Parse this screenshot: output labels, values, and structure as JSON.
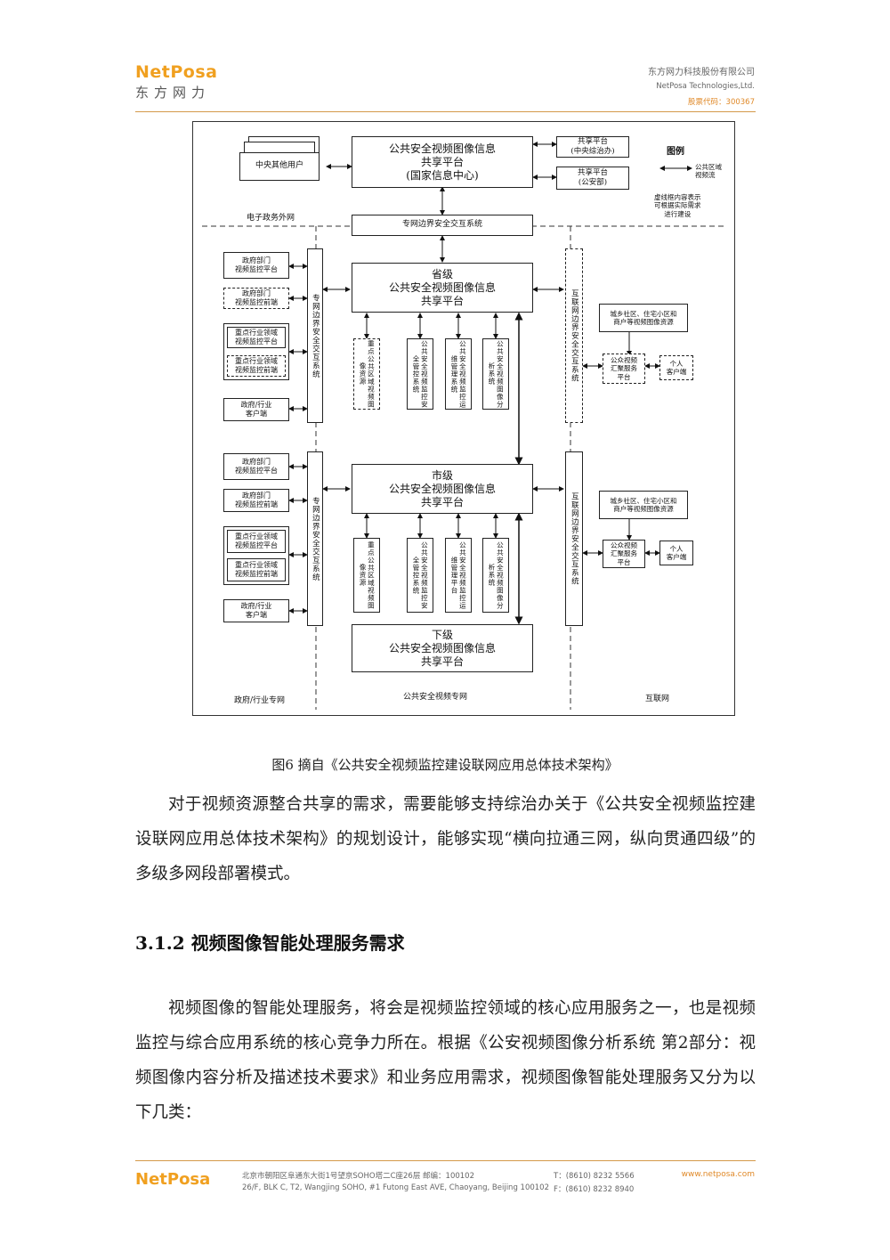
{
  "header": {
    "logo_en": "NetPosa",
    "logo_cn": "东方网力",
    "company_cn": "东方网力科技股份有限公司",
    "company_en": "NetPosa Technologies,Ltd.",
    "stock": "股票代码：300367"
  },
  "diagram": {
    "central_users": "中央其他用户",
    "national": "公共安全视频图像信息\n共享平台\n(国家信息中心)",
    "share1": "共享平台\n(中央综治办)",
    "share2": "共享平台\n(公安部)",
    "legend_title": "图例",
    "legend_flow": "公共区域\n视频流",
    "legend_note": "虚线框内容表示\n可根据实际需求\n进行建设",
    "ext_net": "电子政务外网",
    "border_top": "专网边界安全交互系统",
    "prov": "省级\n公共安全视频图像信息\n共享平台",
    "city": "市级\n公共安全视频图像信息\n共享平台",
    "lower": "下级\n公共安全视频图像信息\n共享平台",
    "gov_platform": "政府部门\n视频监控平台",
    "gov_front": "政府部门\n视频监控前端",
    "key_platform": "重点行业领域\n视频监控平台",
    "key_front": "重点行业领域\n视频监控前端",
    "gov_client": "政府/行业\n客户端",
    "border_vertical": "专网边界安全交互系统",
    "inet_vertical": "互联网边界安全交互系统",
    "prov_sub": [
      "重点公共区域视频图像资源",
      "公共安全视频监控安全管控系统",
      "公共安全视频监控运维管理系统",
      "公共安全视频图像分析系统"
    ],
    "city_sub": [
      "重点公共区域视频图像资源",
      "公共安全视频监控安全管控系统",
      "公共安全视频监控运维管理平台",
      "公共安全视频图像分析系统"
    ],
    "community": "城乡社区、住宅小区和\n商户等视频图像资源",
    "public_service": "公众视频\n汇聚服务\n平台",
    "personal": "个人\n客户端",
    "zone_gov": "政府/行业专网",
    "zone_pub": "公共安全视频专网",
    "zone_inet": "互联网"
  },
  "caption": "图6 摘自《公共安全视频监控建设联网应用总体技术架构》",
  "para1": "对于视频资源整合共享的需求，需要能够支持综治办关于《公共安全视频监控建设联网应用总体技术架构》的规划设计，能够实现“横向拉通三网，纵向贯通四级”的多级多网段部署模式。",
  "heading": "3.1.2  视频图像智能处理服务需求",
  "para2": "视频图像的智能处理服务，将会是视频监控领域的核心应用服务之一，也是视频监控与综合应用系统的核心竞争力所在。根据《公安视频图像分析系统 第2部分：视频图像内容分析及描述技术要求》和业务应用需求，视频图像智能处理服务又分为以下几类：",
  "footer": {
    "logo": "NetPosa",
    "addr_cn": "北京市朝阳区阜通东大街1号望京SOHO塔二C座26层   邮编：100102",
    "addr_en": "26/F, BLK C, T2, Wangjing SOHO, #1 Futong East AVE, Chaoyang, Beijing 100102",
    "tel": "T：(8610) 8232 5566",
    "fax": "F：(8610) 8232 8940",
    "web": "www.netposa.com"
  }
}
